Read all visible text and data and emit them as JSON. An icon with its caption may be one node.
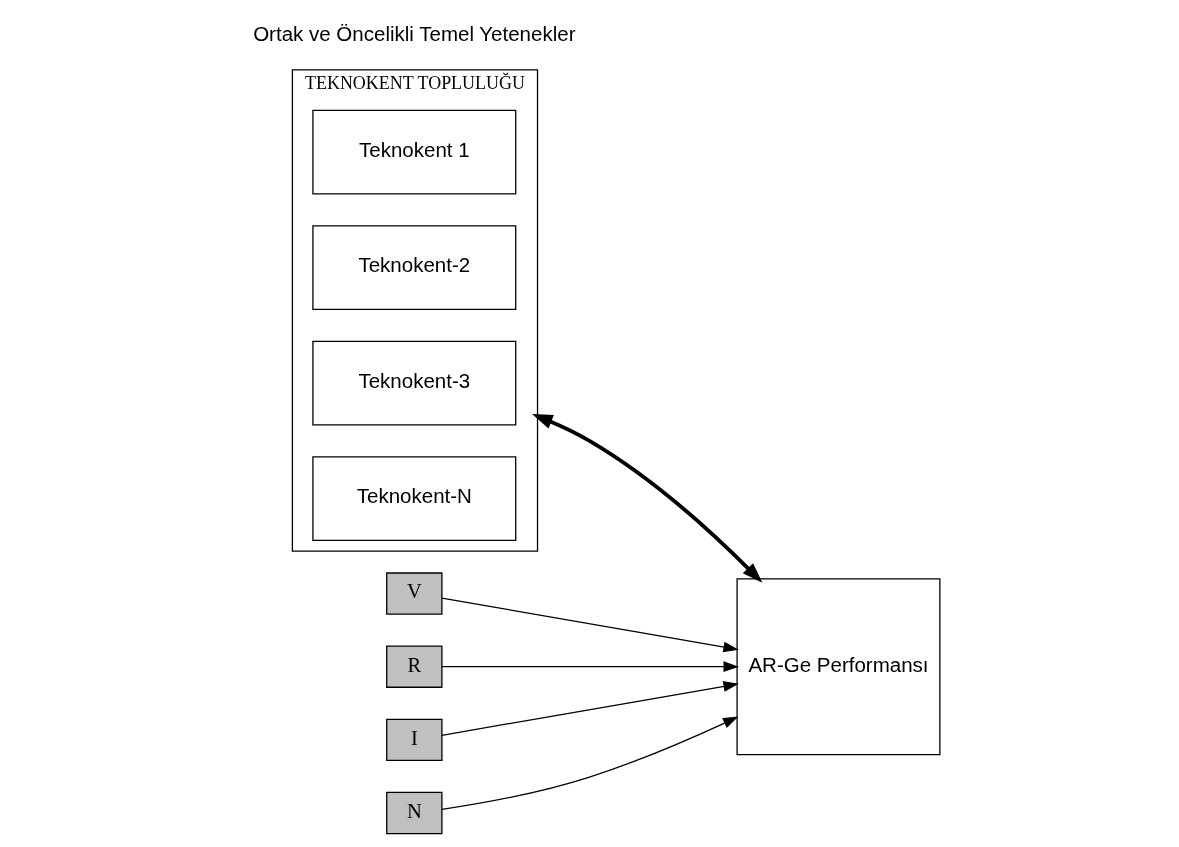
{
  "diagram": {
    "nodes": [
      {
        "text": [
          "TEKNOKENT TOPLULUĞU"
        ]
      },
      {
        "text": [
          "Teknokent 1"
        ],
        "in": 0
      },
      {
        "text": [
          "Teknokent-2"
        ],
        "in": 0
      },
      {
        "text": [
          "Teknokent-3"
        ],
        "in": 0
      },
      {
        "text": [
          "Teknokent-N"
        ],
        "in": 0
      },
      {
        "text": [
          "V"
        ]
      },
      {
        "text": [
          "R"
        ]
      },
      {
        "text": [
          "I"
        ]
      },
      {
        "text": [
          "N"
        ]
      },
      {
        "text": [
          "AR-Ge Performansı"
        ]
      }
    ],
    "edges": [
      {
        "from": 5,
        "to": 9,
        "arrow": "to"
      },
      {
        "from": 6,
        "to": 9,
        "arrow": "to"
      },
      {
        "from": 0,
        "to": 9,
        "arrow": "both",
        "style": "thick"
      },
      {
        "from": 7,
        "to": 9,
        "arrow": "to"
      },
      {
        "from": 8,
        "to": 9,
        "arrow": "to"
      }
    ],
    "labels": [
      "Ortak ve Öncelikli Temel Yetenekler"
    ]
  }
}
